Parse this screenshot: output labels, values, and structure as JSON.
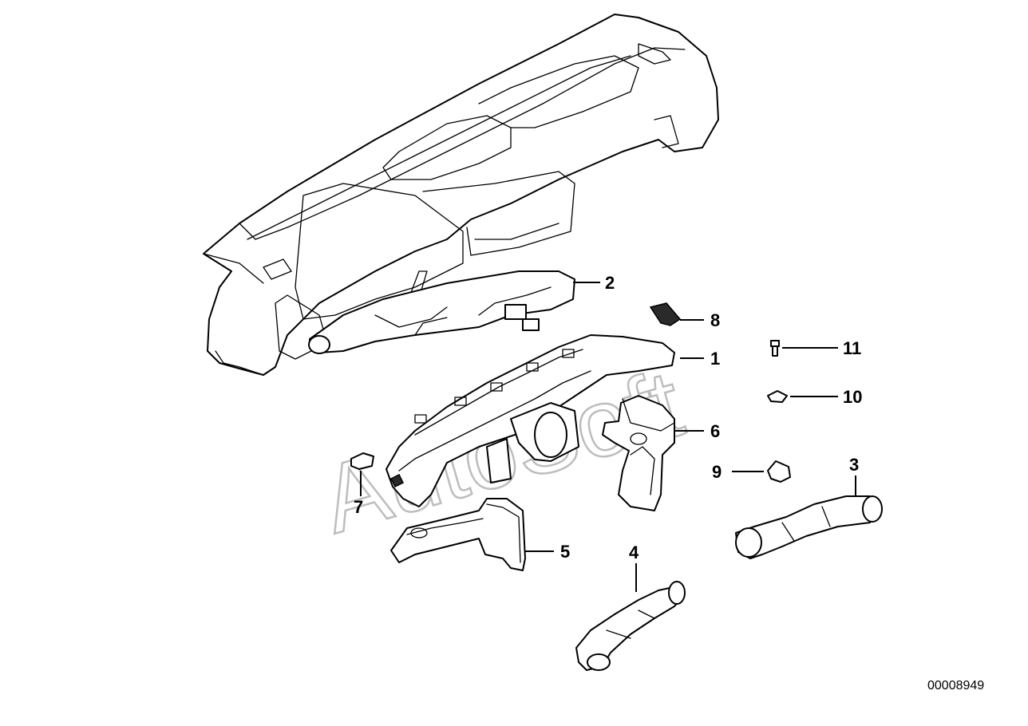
{
  "diagram": {
    "watermark": "AutoSoft",
    "document_number": "00008949",
    "callouts": [
      {
        "id": "1",
        "label": "1",
        "part": "center air duct"
      },
      {
        "id": "2",
        "label": "2",
        "part": "upper air duct"
      },
      {
        "id": "3",
        "label": "3",
        "part": "right footwell air hose"
      },
      {
        "id": "4",
        "label": "4",
        "part": "left footwell air hose"
      },
      {
        "id": "5",
        "label": "5",
        "part": "left footwell duct"
      },
      {
        "id": "6",
        "label": "6",
        "part": "right footwell duct"
      },
      {
        "id": "7",
        "label": "7",
        "part": "small clip"
      },
      {
        "id": "8",
        "label": "8",
        "part": "foam pad"
      },
      {
        "id": "9",
        "label": "9",
        "part": "spring nut"
      },
      {
        "id": "10",
        "label": "10",
        "part": "clip nut"
      },
      {
        "id": "11",
        "label": "11",
        "part": "screw"
      }
    ]
  }
}
